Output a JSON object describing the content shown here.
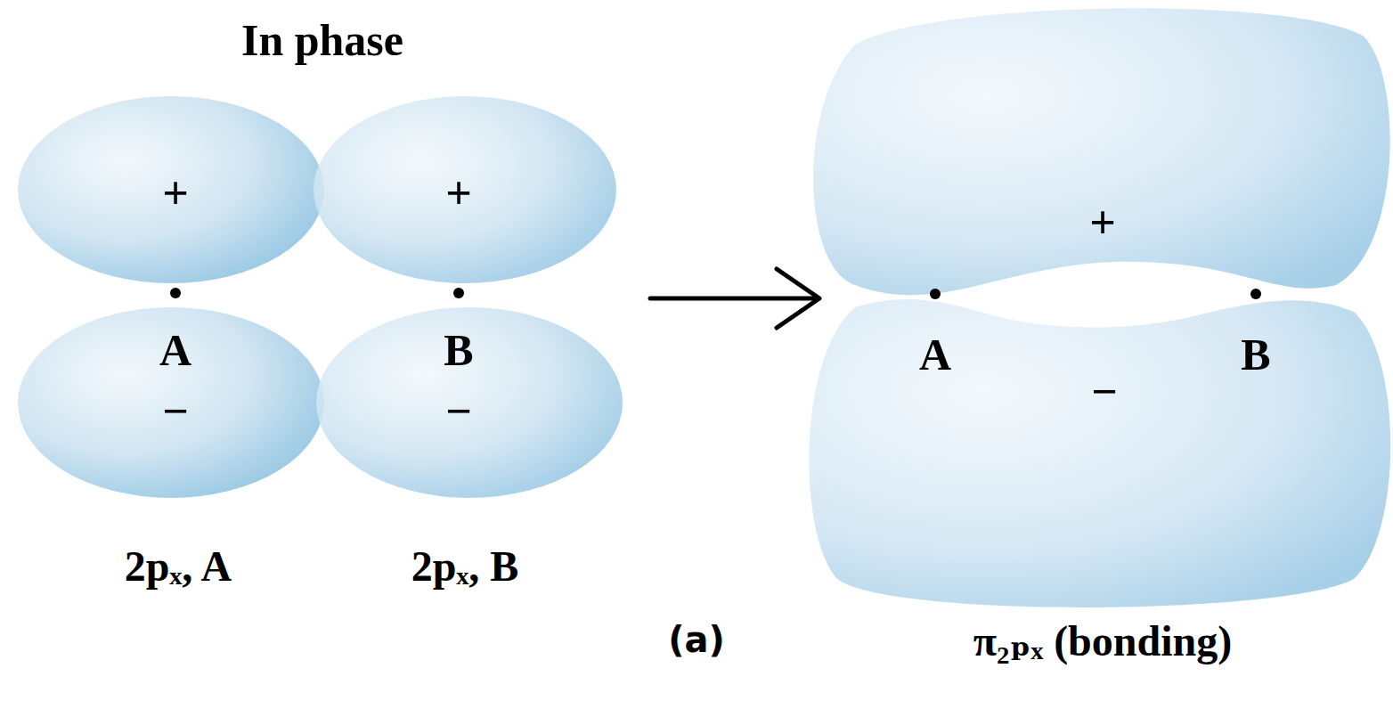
{
  "diagram": {
    "labels": [
      "In phase",
      "+",
      "+",
      "A",
      "B",
      "−",
      "−",
      "2pₓ, A",
      "2pₓ, B",
      "+",
      "A",
      "B",
      "−",
      "(a)",
      "π₂ₚₓ (bonding)"
    ]
  }
}
